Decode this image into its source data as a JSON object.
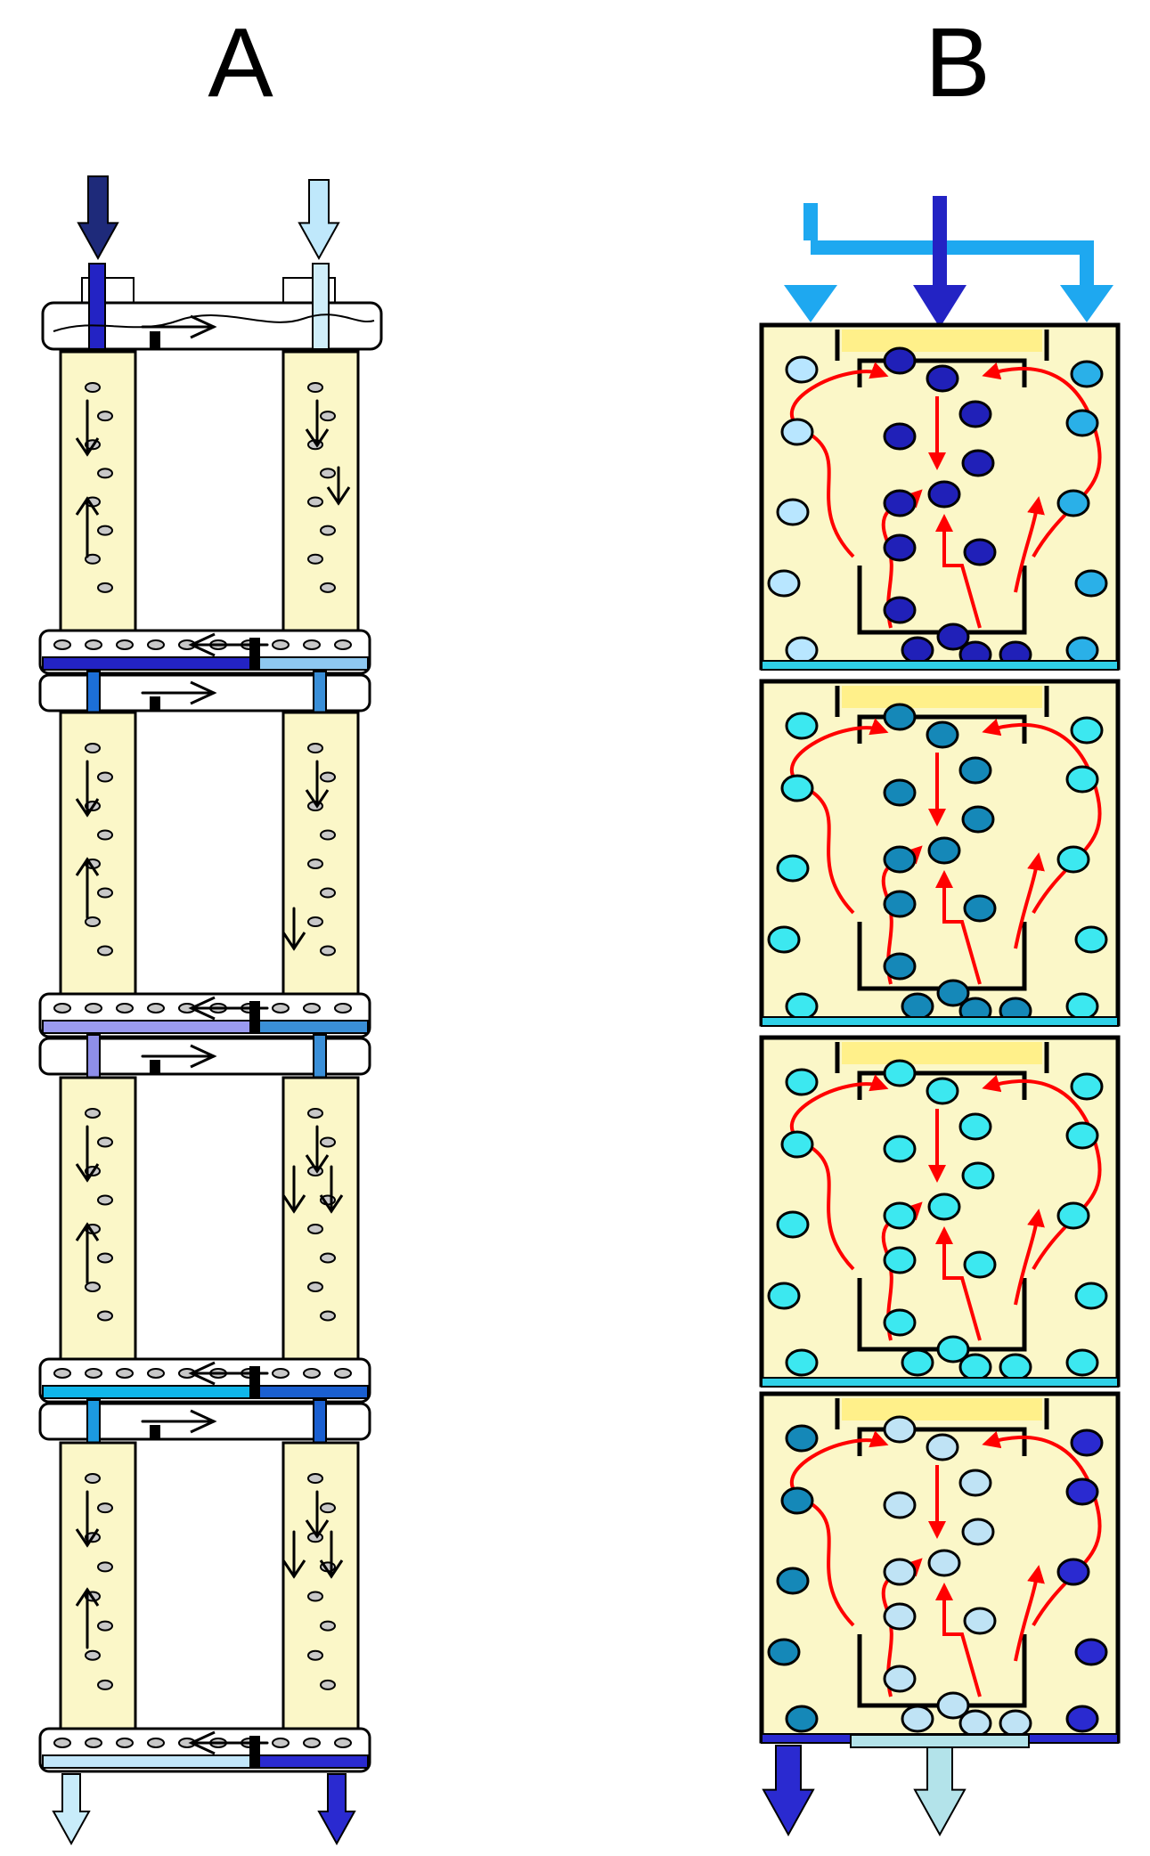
{
  "labels": {
    "a": "A",
    "b": "B"
  },
  "colors": {
    "column_fill": "#fbf7c8",
    "frame": "#000000",
    "flow_red": "#ff0000",
    "inlet_dark": "#2323c4",
    "inlet_light": "#b8e6ff",
    "sky": "#1ea8f0",
    "cyan": "#3ce8f0",
    "teal": "#1588b8",
    "light_blue": "#bfe3f5",
    "outlet_dark": "#2a2ad0",
    "outlet_light": "#b3e3ea"
  },
  "diagram_a": {
    "stages": 4,
    "description_icons": [
      "arrow-down-icon",
      "arrow-up-icon",
      "arrow-right-icon",
      "arrow-left-icon"
    ]
  },
  "diagram_b": {
    "stages": 4
  }
}
